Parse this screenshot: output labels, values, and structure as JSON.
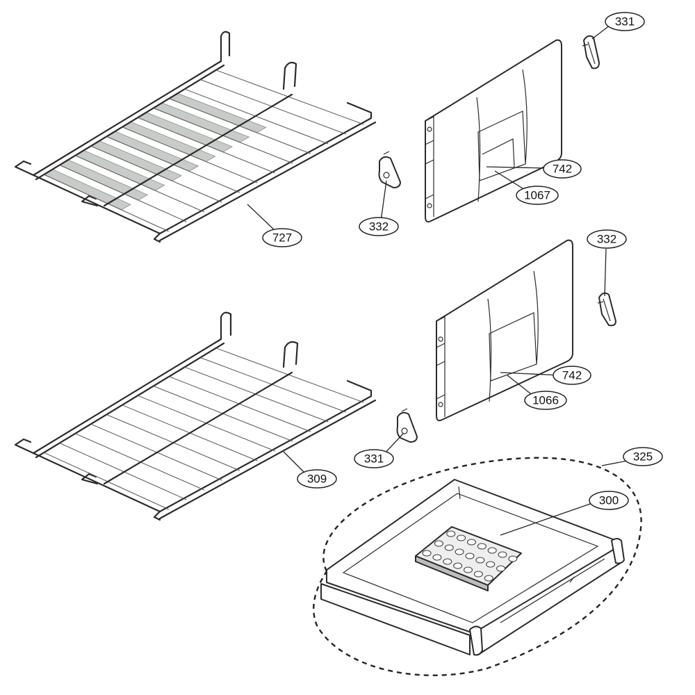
{
  "callouts": {
    "c331_top": "331",
    "c742_top": "742",
    "c1067": "1067",
    "c332_left": "332",
    "c727": "727",
    "c332_right": "332",
    "c742_bottom": "742",
    "c1066": "1066",
    "c331_bottom": "331",
    "c309": "309",
    "c325": "325",
    "c300": "300"
  }
}
